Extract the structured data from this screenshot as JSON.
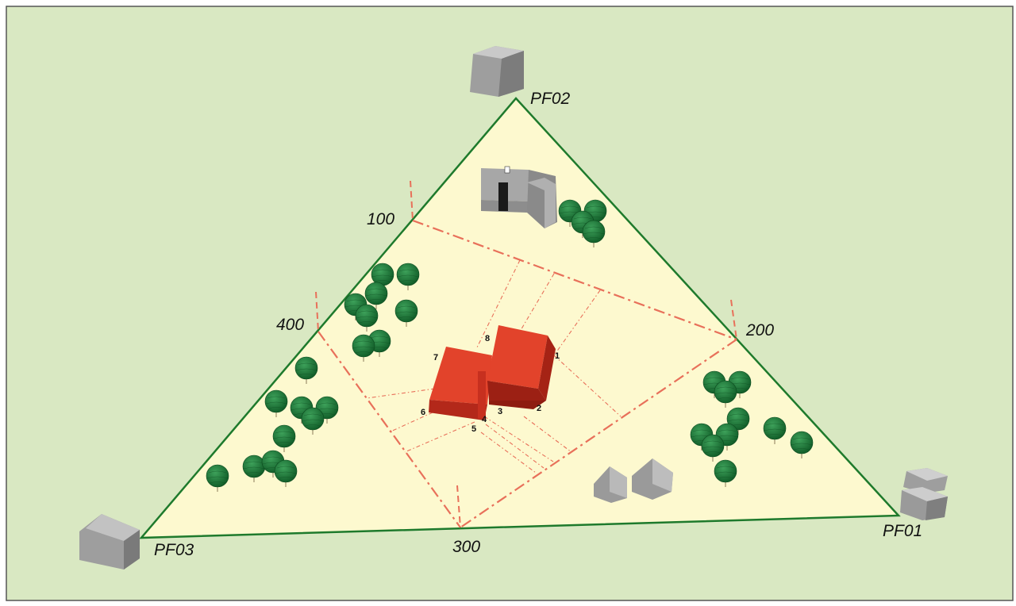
{
  "colors": {
    "ground": "#d9e8c2",
    "site_fill": "#fdf9cf",
    "boundary": "#1e7a2c",
    "stake_lines": "#e8705a",
    "target_building": "#d33b25",
    "tree": "#1a6f33",
    "neighbor_building": "#9c9c9c"
  },
  "reference_points": [
    {
      "id": "pf01",
      "label": "PF01"
    },
    {
      "id": "pf02",
      "label": "PF02"
    },
    {
      "id": "pf03",
      "label": "PF03"
    }
  ],
  "stations": [
    {
      "id": "s100",
      "label": "100"
    },
    {
      "id": "s200",
      "label": "200"
    },
    {
      "id": "s300",
      "label": "300"
    },
    {
      "id": "s400",
      "label": "400"
    }
  ],
  "building_points": [
    "1",
    "2",
    "3",
    "4",
    "5",
    "6",
    "7",
    "8"
  ],
  "icons": {
    "reference_marker": "gray-block-building-icon",
    "tree": "round-tree-icon",
    "target": "red-building-icon"
  }
}
